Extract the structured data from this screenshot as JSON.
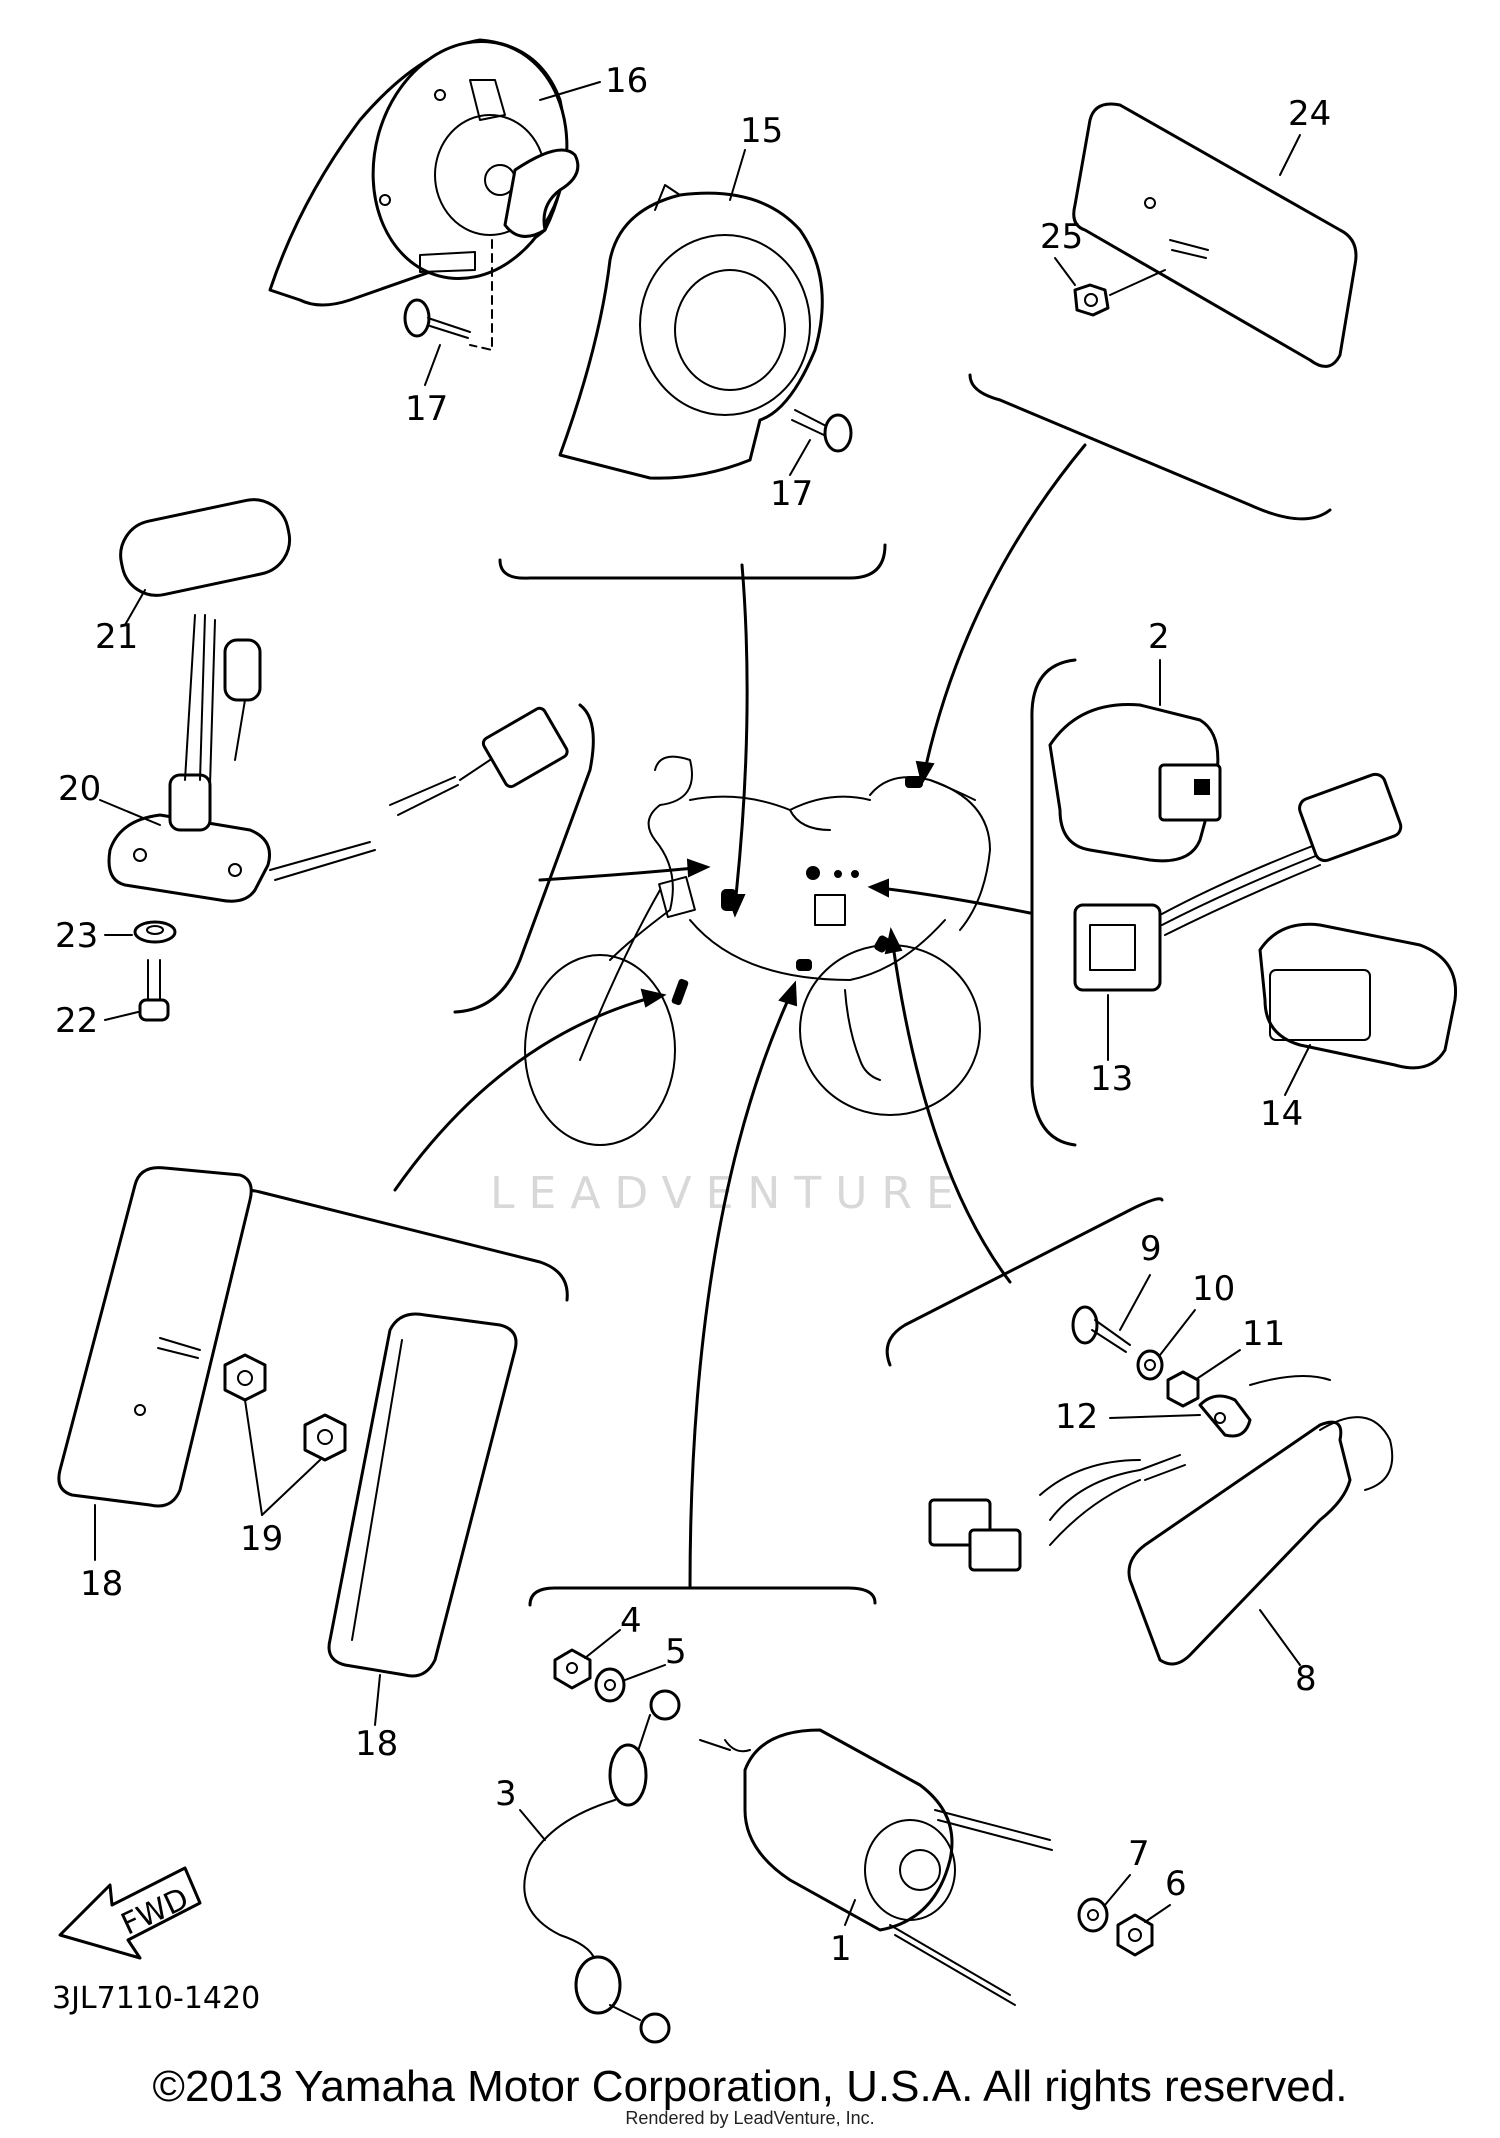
{
  "diagram_code": "3JL7110-1420",
  "direction_label": "FWD",
  "watermark": "LEADVENTURE",
  "footer": {
    "copyright": "©2013 Yamaha Motor Corporation, U.S.A. All rights reserved.",
    "rendered_by": "Rendered by LeadVenture, Inc."
  },
  "callouts": {
    "c1": "1",
    "c2": "2",
    "c3": "3",
    "c4": "4",
    "c5": "5",
    "c6": "6",
    "c7": "7",
    "c8": "8",
    "c9": "9",
    "c10": "10",
    "c11": "11",
    "c12": "12",
    "c13": "13",
    "c14": "14",
    "c15": "15",
    "c16": "16",
    "c17a": "17",
    "c17b": "17",
    "c18a": "18",
    "c18b": "18",
    "c19": "19",
    "c20": "20",
    "c21": "21",
    "c22": "22",
    "c23": "23",
    "c24": "24",
    "c25": "25"
  }
}
